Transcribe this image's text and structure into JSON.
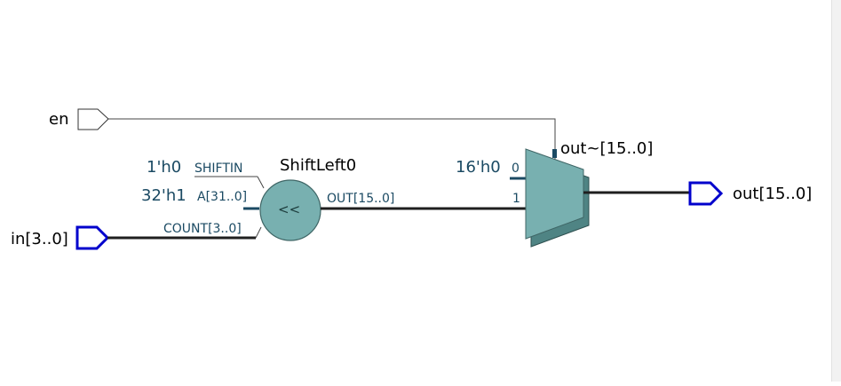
{
  "inputs": {
    "en": "en",
    "in": "in[3..0]"
  },
  "outputs": {
    "out": "out[15..0]"
  },
  "shifter": {
    "name": "ShiftLeft0",
    "op": "<<",
    "const_shiftin": "1'h0",
    "const_a": "32'h1",
    "port_shiftin": "SHIFTIN",
    "port_a": "A[31..0]",
    "port_count": "COUNT[3..0]",
    "port_out": "OUT[15..0]"
  },
  "mux": {
    "name": "out~[15..0]",
    "const_in0": "16'h0",
    "sel0": "0",
    "sel1": "1"
  },
  "colors": {
    "block_fill": "#78b0b0",
    "block_shadow": "#4f8484",
    "pin_stroke": "#0000cc",
    "wire": "#1f1f1f",
    "label_blue": "#1b4a63"
  }
}
